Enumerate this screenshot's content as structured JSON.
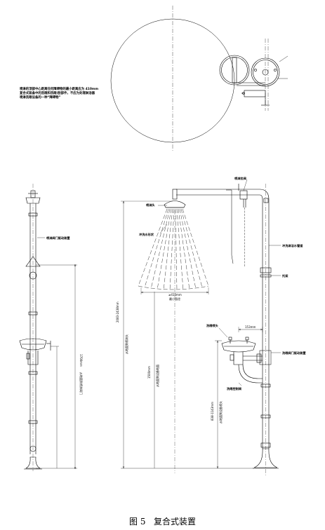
{
  "note": {
    "lines": [
      "喷淋的顶部中心距离任何障碍物的最小距离应为 410mm",
      "复合式装备中的洗眼和洗眼/脸部件，不应为处理淋浴器",
      "喷淋洗眼设备的一种“障碍物”"
    ]
  },
  "labels": {
    "spray_valve": "喷淋阀门驱动装置",
    "shower_pull": "喷淋拉阀",
    "shower_head": "喷淋头",
    "spray_pattern": "冲洗水形状",
    "pipe": "冲洗淋浴水管道",
    "support": "托架",
    "eye_head": "洗眼喷头",
    "eye_valve": "洗眼阀门驱动装置",
    "eye_ctrl": "洗眼控制阀",
    "dim_410": "≥410mm",
    "min_dia": "最小直径",
    "dim_153": "153mm",
    "h_left": "1700mm",
    "h_left_sub": "从地面到喷淋阀门",
    "h_mid": "2083-2438mm",
    "h_mid_sub": "从地面到喷淋头",
    "h_ground": "从地面到设备地面",
    "h_eye": "838-1143mm",
    "h_eye_sub": "从地面到设备喷头",
    "h_1500": "1500mm"
  },
  "caption": {
    "figure_no": "图 5",
    "title": "复合式装置"
  }
}
